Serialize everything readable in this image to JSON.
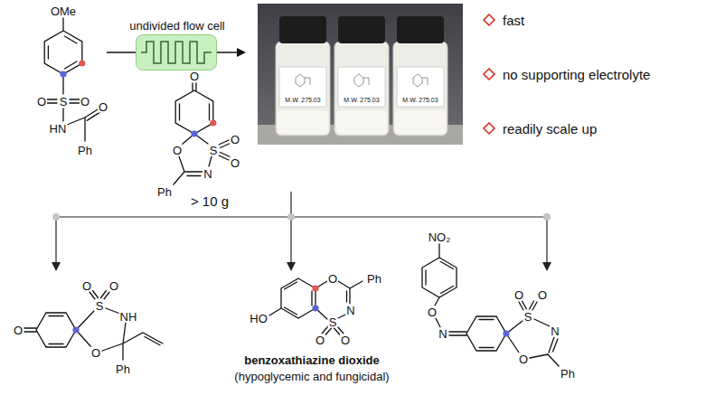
{
  "diagram": {
    "nodes": [
      {
        "text": [
          "undivided flow cell"
        ]
      }
    ],
    "labels": [
      "OMe",
      "O",
      "S",
      "O",
      "HN",
      "O",
      "Ph",
      "O",
      "O",
      "S",
      "O",
      "O",
      "N",
      "Ph",
      "> 10 g",
      "M.W. 275.03",
      "M.W. 275.03",
      "M.W. 275.03",
      "fast",
      "no supporting electrolyte",
      "readily scale up",
      "O",
      "O",
      "O",
      "S",
      "NH",
      "O",
      "Ph",
      "O",
      "Ph",
      "HO",
      "N",
      "S",
      "O",
      "O",
      "benzoxathiazine dioxide",
      "(hypoglycemic and fungicidal)",
      "NO₂",
      "O",
      "N",
      "O",
      "O",
      "S",
      "N",
      "O",
      "Ph"
    ]
  }
}
